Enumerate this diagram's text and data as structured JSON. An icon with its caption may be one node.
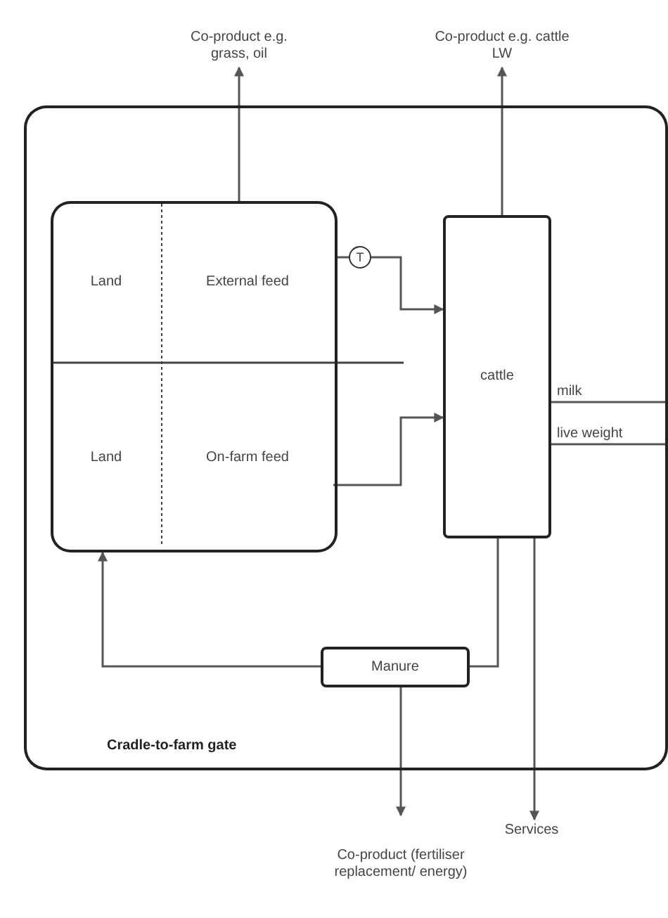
{
  "diagram": {
    "nodes": [
      {
        "text": [
          "Cradle-to-farm gate"
        ]
      },
      {
        "text": [],
        "shape": "box",
        "in": 0
      },
      {
        "text": [
          "Land"
        ],
        "in": 1
      },
      {
        "text": [
          "External feed"
        ],
        "in": 1
      },
      {
        "text": [
          "Land"
        ],
        "in": 1
      },
      {
        "text": [
          "On-farm feed"
        ],
        "in": 1
      },
      {
        "text": [
          "T"
        ],
        "in": 0
      },
      {
        "text": [
          "cattle"
        ],
        "in": 0
      },
      {
        "text": [
          "Manure"
        ],
        "in": 0
      },
      {
        "text": [
          "Co-product e.g. grass, oil"
        ]
      },
      {
        "text": [
          "Co-product e.g. cattle LW"
        ]
      },
      {
        "text": [
          "Co-product (fertiliser replacement/ energy)"
        ]
      },
      {
        "text": [
          "Services"
        ]
      }
    ],
    "edges": [
      {
        "from": 1,
        "to": 9,
        "arrow": "to"
      },
      {
        "from": 7,
        "to": 10,
        "arrow": "to"
      },
      {
        "from": 1,
        "to": 6,
        "arrow": "none"
      },
      {
        "from": 6,
        "to": 7,
        "arrow": "to"
      },
      {
        "from": 5,
        "to": 7,
        "arrow": "to"
      },
      {
        "from": 7,
        "to": 8,
        "arrow": "none"
      },
      {
        "from": 8,
        "to": 1,
        "arrow": "to"
      },
      {
        "from": 8,
        "to": 11,
        "arrow": "to"
      },
      {
        "from": 7,
        "to": 12,
        "arrow": "to"
      },
      {
        "from": 7,
        "to": null,
        "arrow": "none",
        "label": "milk"
      },
      {
        "from": 7,
        "to": null,
        "arrow": "none",
        "label": "live weight"
      }
    ]
  }
}
